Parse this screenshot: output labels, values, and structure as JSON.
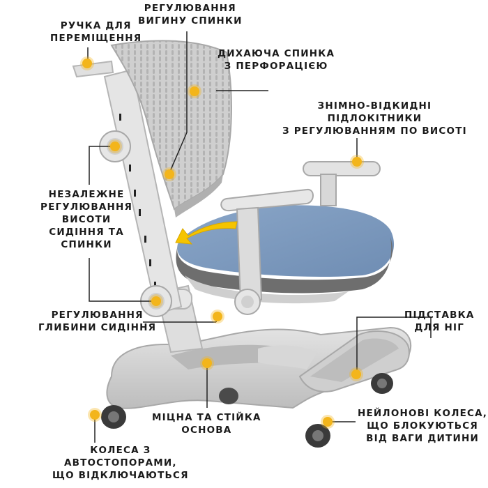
{
  "annotations": {
    "handle": [
      "РУЧКА ДЛЯ",
      "ПЕРЕМІЩЕННЯ"
    ],
    "back_curve": [
      "РЕГУЛЮВАННЯ",
      "ВИГИНУ СПИНКИ"
    ],
    "breathable_back": [
      "ДИХАЮЧА СПИНКА",
      "З ПЕРФОРАЦІЄЮ"
    ],
    "armrests": [
      "ЗНІМНО-ВІДКИДНІ",
      "ПІДЛОКІТНИКИ",
      "З РЕГУЛЮВАННЯМ ПО ВИСОТІ"
    ],
    "height_adjust": [
      "НЕЗАЛЕЖНЕ",
      "РЕГУЛЮВАННЯ",
      "ВИСОТИ",
      "СИДІННЯ ТА",
      "СПИНКИ"
    ],
    "seat_depth": [
      "РЕГУЛЮВАННЯ",
      "ГЛИБИНИ СИДІННЯ"
    ],
    "footrest": [
      "ПІДСТАВКА",
      "ДЛЯ НІГ"
    ],
    "base": [
      "МІЦНА ТА СТІЙКА",
      "ОСНОВА"
    ],
    "nylon_wheels": [
      "НЕЙЛОНОВІ КОЛЕСА,",
      "ЩО БЛОКУЮТЬСЯ",
      "ВІД ВАГИ ДИТИНИ"
    ],
    "auto_stop_wheels": [
      "КОЛЕСА З",
      "АВТОСТОПОРАМИ,",
      "ЩО ВІДКЛЮЧАЮТЬСЯ"
    ]
  },
  "colors": {
    "frame": "#dcdcdc",
    "frame_shadow": "#b9b9b9",
    "back": "#c9c9c9",
    "seat_top": "#7f9cc0",
    "seat_side": "#6e6e6e",
    "wheel": "#3a3a3a",
    "marker": "#f3b51b",
    "arrow": "#f5c400",
    "leader": "#222222"
  },
  "icons": {
    "feature_marker": "sun-dot-icon"
  }
}
